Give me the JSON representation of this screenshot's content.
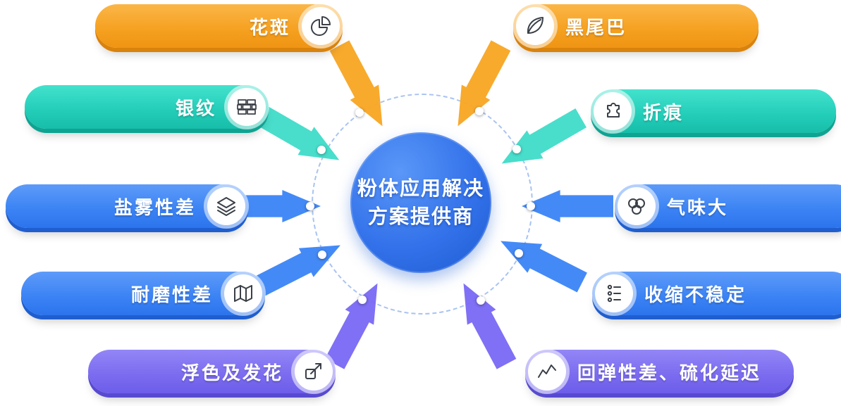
{
  "center": {
    "title_line1": "粉体应用解决",
    "title_line2": "方案提供商",
    "bg_color": "#2a6be4"
  },
  "colors": {
    "orange": "#f5a01f",
    "teal": "#22cdb8",
    "blue": "#3a82f4",
    "purple": "#7a6bef",
    "orbit_dash": "#a9c3f1"
  },
  "nodes": [
    {
      "label": "花斑",
      "icon": "pie-chart-icon",
      "color": "#f5a01f",
      "side": "left"
    },
    {
      "label": "银纹",
      "icon": "bricks-icon",
      "color": "#22cdb8",
      "side": "left"
    },
    {
      "label": "盐雾性差",
      "icon": "layers-icon",
      "color": "#3a82f4",
      "side": "left"
    },
    {
      "label": "耐磨性差",
      "icon": "map-icon",
      "color": "#3a82f4",
      "side": "left"
    },
    {
      "label": "浮色及发花",
      "icon": "trend-arrow-icon",
      "color": "#7a6bef",
      "side": "left"
    },
    {
      "label": "黑尾巴",
      "icon": "leaf-icon",
      "color": "#f5a01f",
      "side": "right"
    },
    {
      "label": "折痕",
      "icon": "puzzle-icon",
      "color": "#22cdb8",
      "side": "right"
    },
    {
      "label": "气味大",
      "icon": "bubbles-icon",
      "color": "#3a82f4",
      "side": "right"
    },
    {
      "label": "收缩不稳定",
      "icon": "dots-list-icon",
      "color": "#3a82f4",
      "side": "right"
    },
    {
      "label": "回弹性差、硫化延迟",
      "icon": "zigzag-icon",
      "color": "#7a6bef",
      "side": "right"
    }
  ]
}
